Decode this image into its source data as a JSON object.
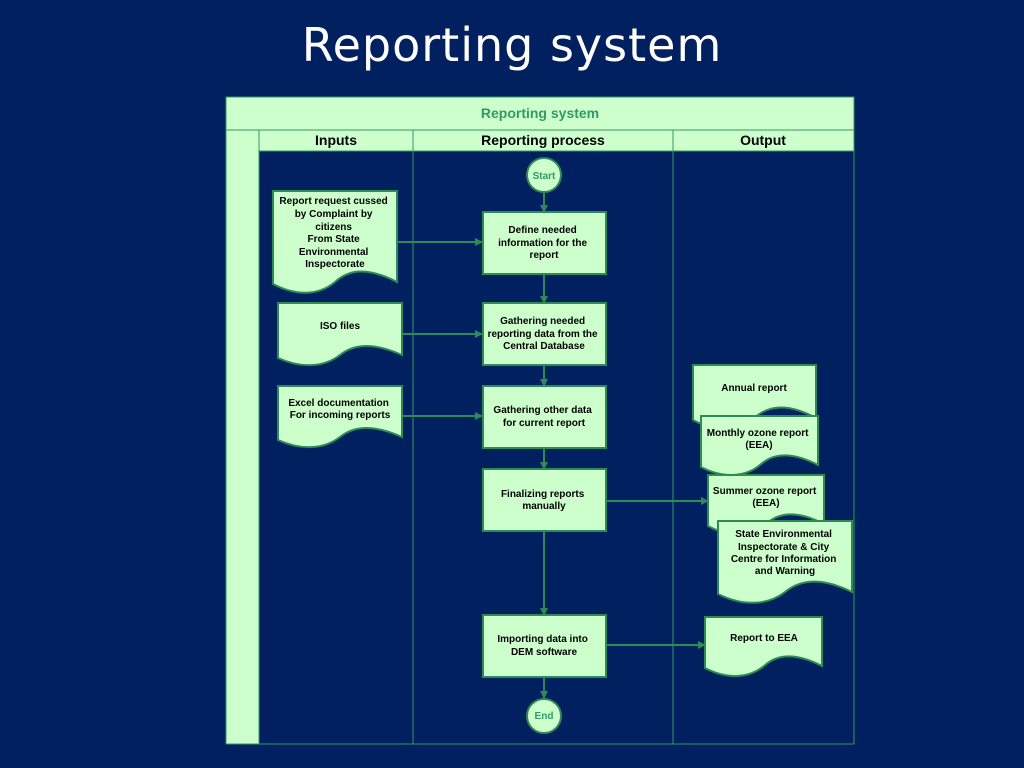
{
  "slide": {
    "title": "Reporting system"
  },
  "diagram": {
    "title": "Reporting system",
    "lanes": {
      "inputs": "Inputs",
      "process": "Reporting process",
      "output": "Output"
    },
    "start": "Start",
    "end": "End",
    "inputs": [
      [
        "Report request cussed",
        "by Complaint by",
        "citizens",
        "From State",
        "Environmental",
        "Inspectorate"
      ],
      [
        "ISO files"
      ],
      [
        "Excel documentation",
        "For incoming reports"
      ]
    ],
    "process": [
      [
        "Define needed",
        "information for the",
        "report"
      ],
      [
        "Gathering needed",
        "reporting data from the",
        "Central Database"
      ],
      [
        "Gathering other data",
        "for current report"
      ],
      [
        "Finalizing reports",
        "manually"
      ],
      [
        "Importing data into",
        "DEM software"
      ]
    ],
    "outputs": [
      [
        "Annual report"
      ],
      [
        "Monthly ozone report",
        "(EEA)"
      ],
      [
        "Summer ozone report",
        "(EEA)"
      ],
      [
        "State Environmental",
        "Inspectorate & City",
        "Centre for Information",
        "and Warning"
      ],
      [
        "Report to EEA"
      ]
    ],
    "colors": {
      "background": "#002060",
      "fill": "#ccffcc",
      "stroke": "#2e8b57",
      "border": "#339966",
      "text": "#000000",
      "accent_text": "#339966"
    }
  }
}
